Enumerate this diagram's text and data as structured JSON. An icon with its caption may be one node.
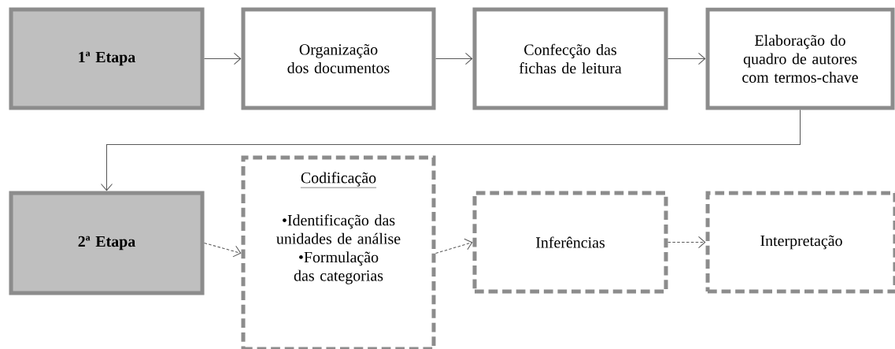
{
  "diagram": {
    "nodes": [
      {
        "text": [
          "1ª Etapa"
        ]
      },
      {
        "text": [
          "Organização dos documentos"
        ]
      },
      {
        "text": [
          "Confecção das fichas de leitura"
        ]
      },
      {
        "text": [
          "Elaboração do quadro de autores com termos-chave"
        ]
      },
      {
        "text": [
          "2ª Etapa"
        ]
      },
      {
        "text": [
          "Codificação",
          "•Identificação das unidades de análise",
          "•Formulação das categorias"
        ]
      },
      {
        "text": [
          "Inferências"
        ]
      },
      {
        "text": [
          "Interpretação"
        ]
      }
    ],
    "edges": [
      {
        "from": 0,
        "to": 1,
        "arrow": "to"
      },
      {
        "from": 1,
        "to": 2,
        "arrow": "to"
      },
      {
        "from": 2,
        "to": 3,
        "arrow": "to"
      },
      {
        "from": 3,
        "to": 4,
        "arrow": "to"
      },
      {
        "from": 4,
        "to": 5,
        "arrow": "to",
        "style": "dashed"
      },
      {
        "from": 5,
        "to": 6,
        "arrow": "to",
        "style": "dashed"
      },
      {
        "from": 6,
        "to": 7,
        "arrow": "to",
        "style": "dashed"
      }
    ]
  }
}
